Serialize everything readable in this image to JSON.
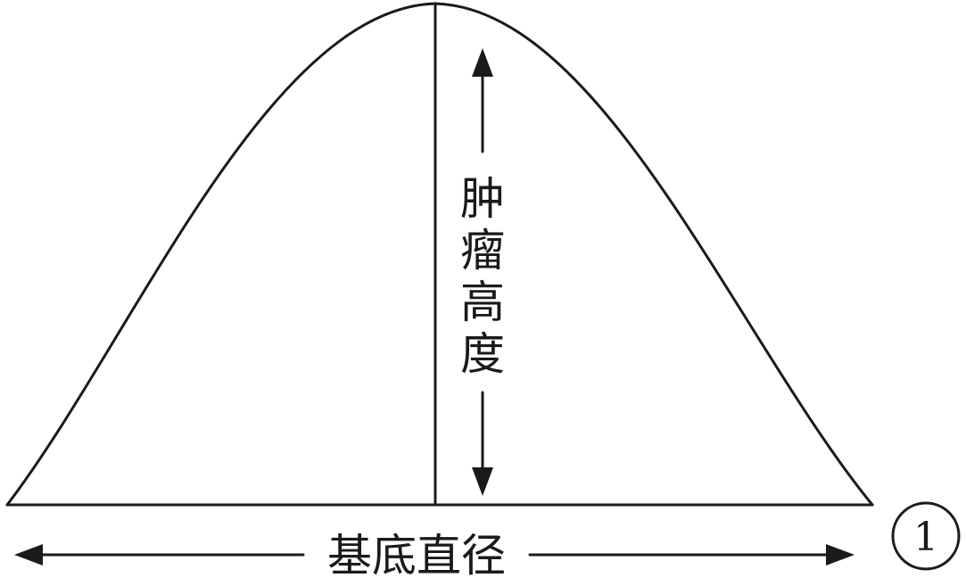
{
  "diagram": {
    "height_label": [
      "肿",
      "瘤",
      "高",
      "度"
    ],
    "base_label": "基底直径",
    "figure_number": "1",
    "colors": {
      "stroke": "#1a1a1a",
      "background": "#ffffff"
    }
  }
}
